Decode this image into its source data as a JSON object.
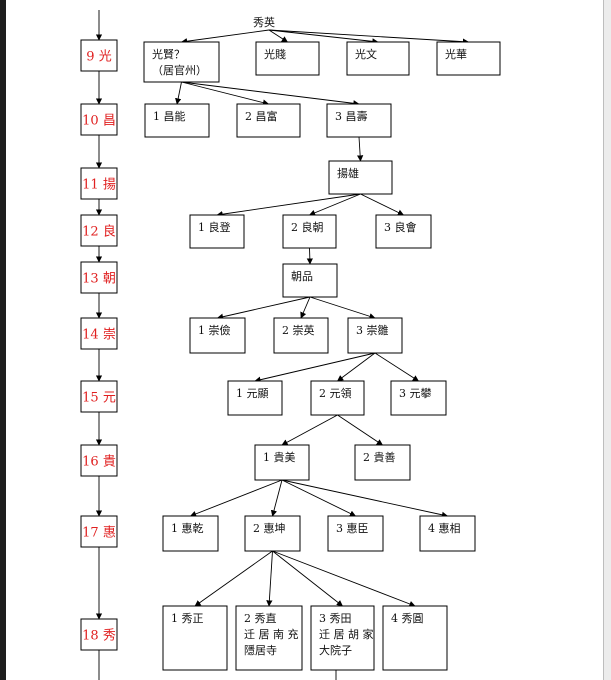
{
  "generations": [
    {
      "num": "9",
      "char": "光"
    },
    {
      "num": "10",
      "char": "昌"
    },
    {
      "num": "11",
      "char": "揚"
    },
    {
      "num": "12",
      "char": "良"
    },
    {
      "num": "13",
      "char": "朝"
    },
    {
      "num": "14",
      "char": "崇"
    },
    {
      "num": "15",
      "char": "元"
    },
    {
      "num": "16",
      "char": "貴"
    },
    {
      "num": "17",
      "char": "惠"
    },
    {
      "num": "18",
      "char": "秀"
    }
  ],
  "nodes": {
    "root": [
      "秀英"
    ],
    "guangxian": [
      "光賢？",
      "（居官州）"
    ],
    "guangjian": [
      "光賤"
    ],
    "guangwen": [
      "光文"
    ],
    "guanghua": [
      "光華"
    ],
    "changneng": [
      "1 昌能"
    ],
    "changfu": [
      "2 昌富"
    ],
    "changshou": [
      "3 昌壽"
    ],
    "yangxiong": [
      "揚雄"
    ],
    "liangdeng": [
      "1 良登"
    ],
    "liangchao": [
      "2 良朝"
    ],
    "lianghui": [
      "3 良會"
    ],
    "chaopin": [
      "朝品"
    ],
    "chongjian": [
      "1 崇儉"
    ],
    "chongying": [
      "2 崇英"
    ],
    "chongcao": [
      "3 崇雛"
    ],
    "yuanxian": [
      "1 元顯"
    ],
    "yuanling": [
      "2 元領"
    ],
    "yuanpan": [
      "3 元攀"
    ],
    "guimei": [
      "1 貴美"
    ],
    "guishan": [
      "2 貴善"
    ],
    "huiqian": [
      "1 惠乾"
    ],
    "huikun": [
      "2 惠坤"
    ],
    "huichen": [
      "3 惠臣"
    ],
    "huixiang": [
      "4 惠相"
    ],
    "xiuzheng": [
      "1 秀正"
    ],
    "xiuzhi": [
      "2 秀直",
      "迁 居 南 充",
      "隱居寺"
    ],
    "xiutian": [
      "3 秀田",
      "迁 居 胡 家",
      "大院子"
    ],
    "xiuyuan": [
      "4 秀圓"
    ]
  }
}
